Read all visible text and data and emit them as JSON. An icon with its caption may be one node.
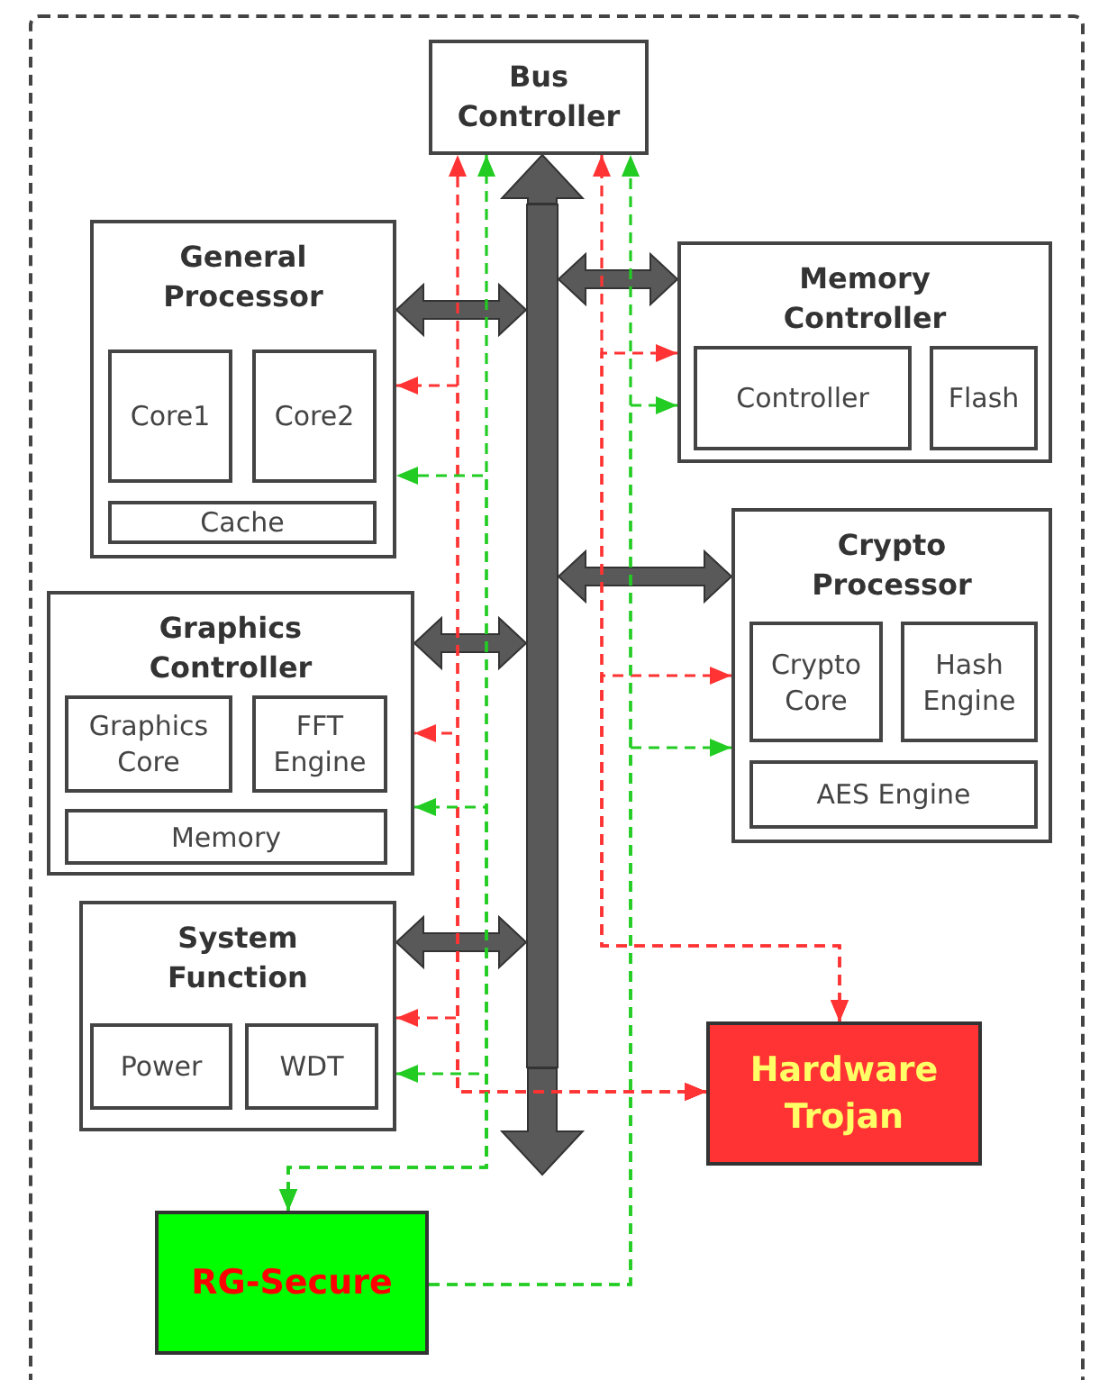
{
  "diagram": {
    "nodes": [
      {
        "text": [
          "Bus Controller"
        ]
      },
      {
        "text": [
          "General Processor"
        ]
      },
      {
        "text": [
          "Core1"
        ],
        "in": 1
      },
      {
        "text": [
          "Core2"
        ],
        "in": 1
      },
      {
        "text": [
          "Cache"
        ],
        "in": 1
      },
      {
        "text": [
          "Memory Controller"
        ]
      },
      {
        "text": [
          "Controller"
        ],
        "in": 5
      },
      {
        "text": [
          "Flash"
        ],
        "in": 5
      },
      {
        "text": [
          "Graphics Controller"
        ]
      },
      {
        "text": [
          "Graphics Core"
        ],
        "in": 8
      },
      {
        "text": [
          "FFT Engine"
        ],
        "in": 8
      },
      {
        "text": [
          "Memory"
        ],
        "in": 8
      },
      {
        "text": [
          "Crypto Processor"
        ]
      },
      {
        "text": [
          "Crypto Core"
        ],
        "in": 12
      },
      {
        "text": [
          "Hash Engine"
        ],
        "in": 12
      },
      {
        "text": [
          "AES Engine"
        ],
        "in": 12
      },
      {
        "text": [
          "System Function"
        ]
      },
      {
        "text": [
          "Power"
        ],
        "in": 16
      },
      {
        "text": [
          "WDT"
        ],
        "in": 16
      },
      {
        "text": [],
        "shape": "bar"
      },
      {
        "text": [
          "Hardware Trojan"
        ]
      },
      {
        "text": [
          "RG-Secure"
        ]
      }
    ],
    "edges": [
      {
        "from": 19,
        "to": 0,
        "arrow": "to",
        "style": "thick"
      },
      {
        "from": 1,
        "to": 19,
        "arrow": "both",
        "style": "thick"
      },
      {
        "from": 5,
        "to": 19,
        "arrow": "both",
        "style": "thick"
      },
      {
        "from": 8,
        "to": 19,
        "arrow": "both",
        "style": "thick"
      },
      {
        "from": 12,
        "to": 19,
        "arrow": "both",
        "style": "thick"
      },
      {
        "from": 16,
        "to": 19,
        "arrow": "both",
        "style": "thick"
      },
      {
        "from": 20,
        "to": 0,
        "arrow": "both",
        "style": "dashed",
        "color": "#ff3333"
      },
      {
        "from": 20,
        "to": 1,
        "arrow": "both",
        "style": "dashed",
        "color": "#ff3333"
      },
      {
        "from": 20,
        "to": 8,
        "arrow": "both",
        "style": "dashed",
        "color": "#ff3333"
      },
      {
        "from": 20,
        "to": 16,
        "arrow": "both",
        "style": "dashed",
        "color": "#ff3333"
      },
      {
        "from": 20,
        "to": 0,
        "arrow": "both",
        "style": "dashed",
        "color": "#ff3333"
      },
      {
        "from": 20,
        "to": 5,
        "arrow": "both",
        "style": "dashed",
        "color": "#ff3333"
      },
      {
        "from": 20,
        "to": 12,
        "arrow": "both",
        "style": "dashed",
        "color": "#ff3333"
      },
      {
        "from": 21,
        "to": 0,
        "arrow": "both",
        "style": "dashed",
        "color": "#22cc22"
      },
      {
        "from": 21,
        "to": 1,
        "arrow": "both",
        "style": "dashed",
        "color": "#22cc22"
      },
      {
        "from": 21,
        "to": 8,
        "arrow": "both",
        "style": "dashed",
        "color": "#22cc22"
      },
      {
        "from": 21,
        "to": 16,
        "arrow": "both",
        "style": "dashed",
        "color": "#22cc22"
      },
      {
        "from": 21,
        "to": 0,
        "arrow": "to",
        "style": "dashed",
        "color": "#22cc22"
      },
      {
        "from": 21,
        "to": 5,
        "arrow": "to",
        "style": "dashed",
        "color": "#22cc22"
      },
      {
        "from": 21,
        "to": 12,
        "arrow": "to",
        "style": "dashed",
        "color": "#22cc22"
      },
      {
        "from": 19,
        "to": null,
        "arrow": "to",
        "style": "thick"
      }
    ]
  }
}
